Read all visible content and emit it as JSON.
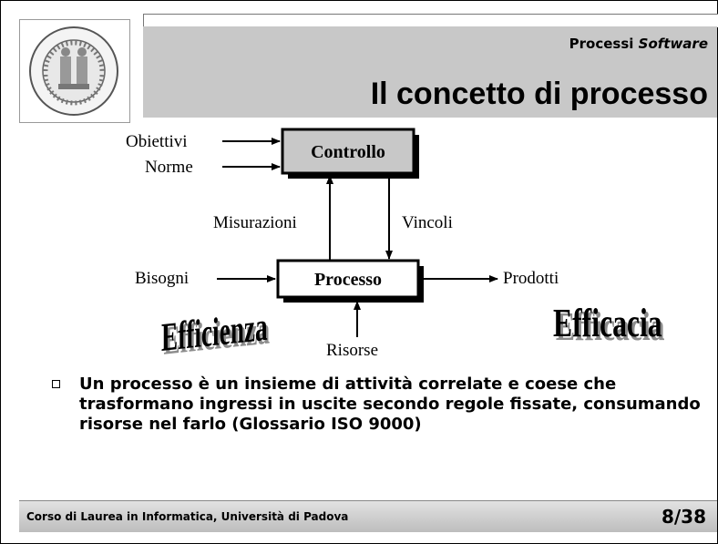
{
  "header": {
    "subject_prefix": "Processi ",
    "subject_italic": "Software",
    "title": "Il concetto di processo"
  },
  "logo": {
    "icon": "university-seal-icon"
  },
  "diagram": {
    "inputs_top": [
      "Obiettivi",
      "Norme"
    ],
    "controllo": "Controllo",
    "processo": "Processo",
    "misurazioni": "Misurazioni",
    "vincoli": "Vincoli",
    "bisogni": "Bisogni",
    "prodotti": "Prodotti",
    "risorse": "Risorse",
    "efficienza": "Efficienza",
    "efficacia": "Efficacia"
  },
  "bullet": {
    "text": "Un processo è un insieme di attività correlate e coese che trasformano ingressi in uscite secondo regole fissate, consumando risorse nel farlo (Glossario ISO 9000)"
  },
  "footer": {
    "left": "Corso di Laurea in Informatica, Università di Padova",
    "page": "8/38"
  }
}
